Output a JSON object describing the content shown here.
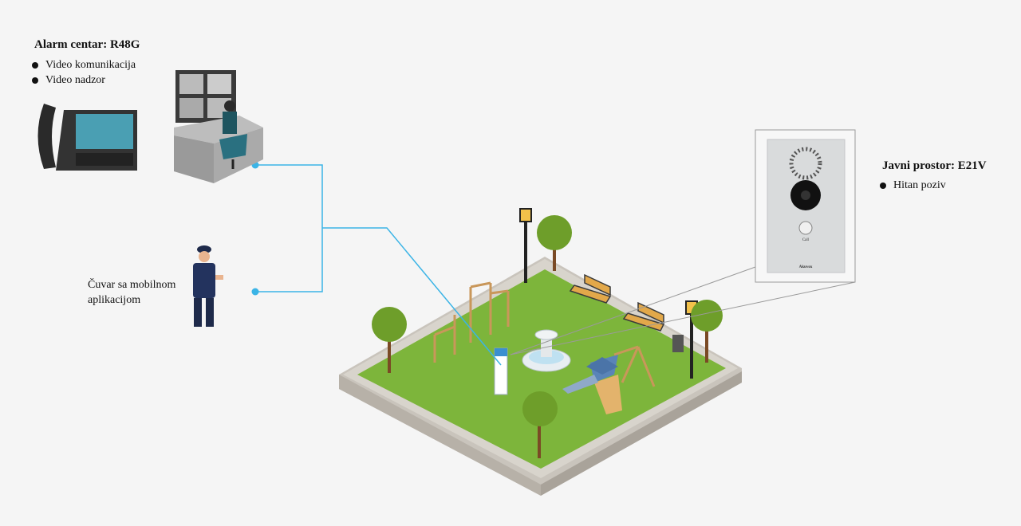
{
  "alarm_center": {
    "title": "Alarm centar: R48G",
    "features": [
      "Video komunikacija",
      "Video nadzor"
    ]
  },
  "guard": {
    "label_line1": "Čuvar sa mobilnom",
    "label_line2": "aplikacijom"
  },
  "public_space": {
    "title": "Javni prostor: E21V",
    "features": [
      "Hitan poziv"
    ]
  },
  "device": {
    "button_label": "Call",
    "brand": "Akuvox"
  },
  "colors": {
    "connector": "#3bb4e6",
    "grass": "#7db53b",
    "background": "#f5f5f5"
  }
}
